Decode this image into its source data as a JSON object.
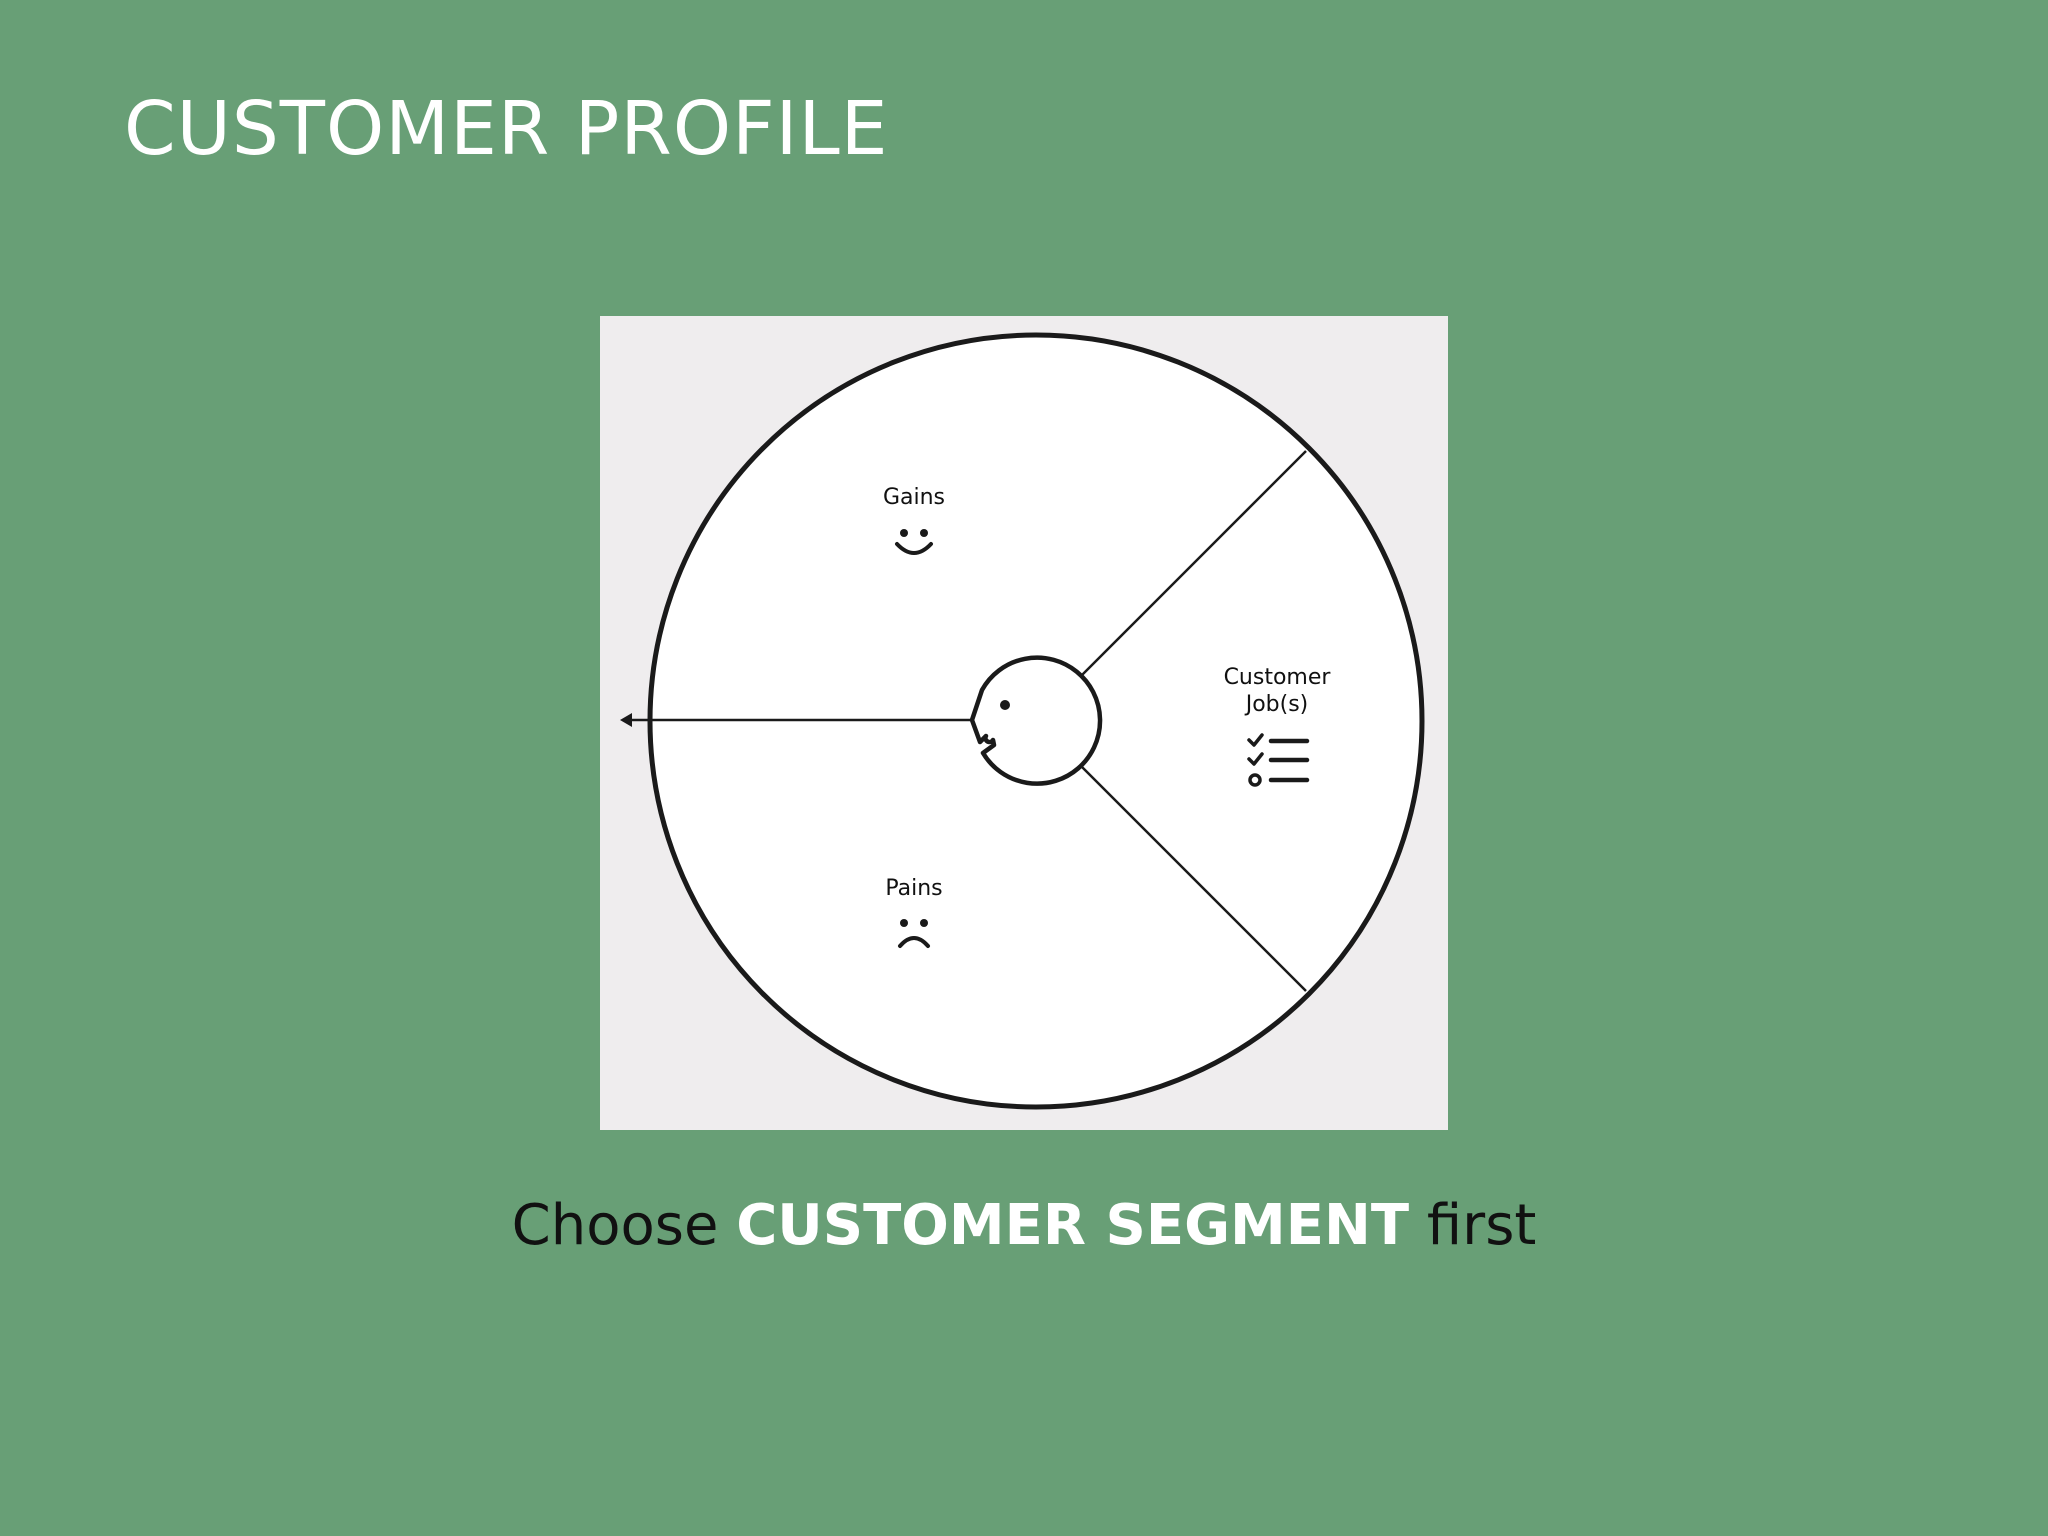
{
  "slide": {
    "title": "CUSTOMER PROFILE",
    "caption": {
      "before": "Choose ",
      "emphasis": "CUSTOMER SEGMENT",
      "after": " first"
    }
  },
  "diagram": {
    "segments": {
      "gains": {
        "label": "Gains",
        "icon": "smile-icon"
      },
      "pains": {
        "label": "Pains",
        "icon": "frown-icon"
      },
      "jobs": {
        "label_line1": "Customer",
        "label_line2": "Job(s)",
        "icon": "checklist-icon"
      }
    },
    "center_icon": "customer-face-icon",
    "arrow_icon": "arrow-left-icon"
  },
  "colors": {
    "background": "#689f76",
    "panel": "#efedee",
    "circle_fill": "#ffffff",
    "stroke": "#1a1a1a",
    "title": "#ffffff",
    "caption_text": "#111111",
    "caption_emphasis": "#ffffff"
  }
}
